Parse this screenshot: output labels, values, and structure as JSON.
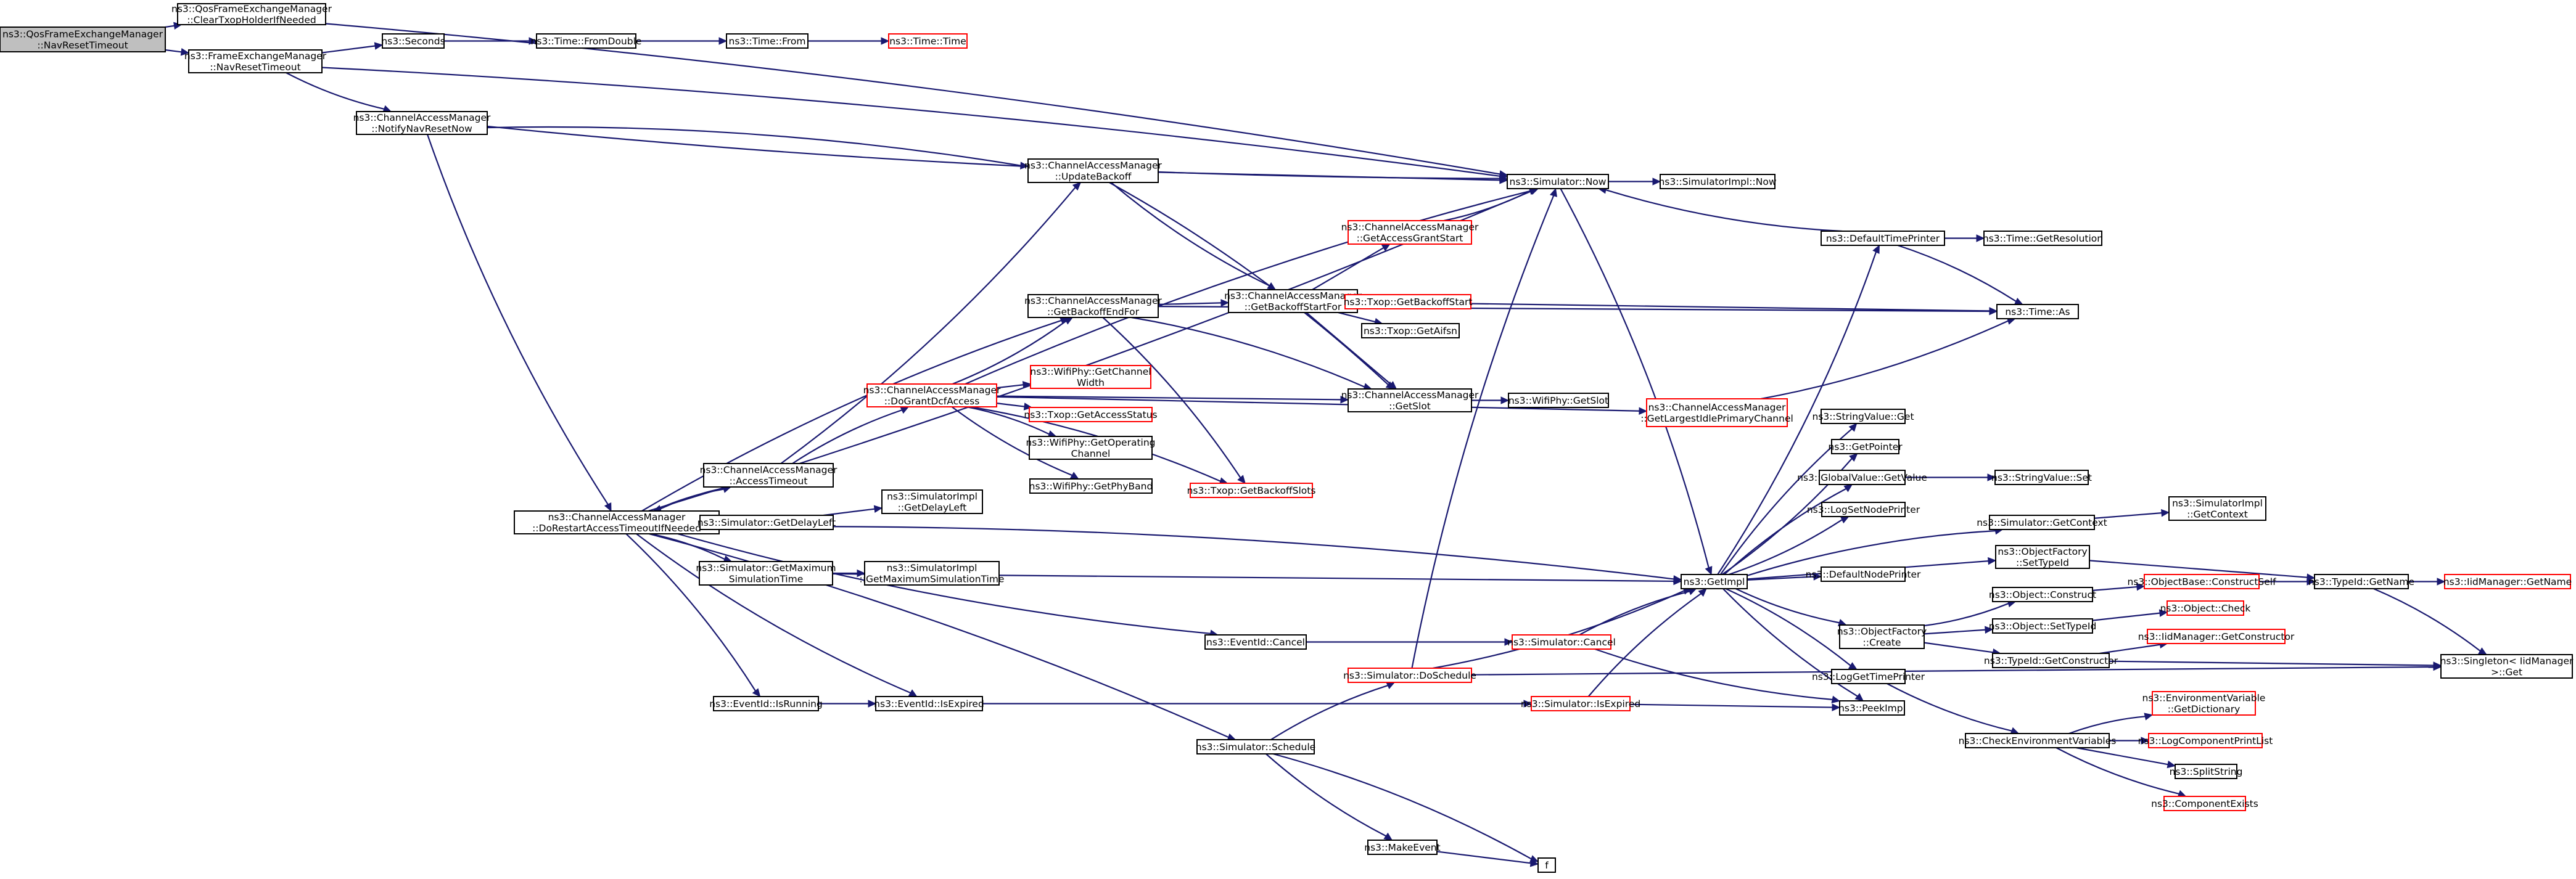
{
  "colors": {
    "edge": "#191970",
    "text": "#000000",
    "node_border_normal": "#000000",
    "node_border_truncated": "#ff0000",
    "node_fill": "#ffffff",
    "root_fill": "#bfbfbf",
    "root_border": "#000000"
  },
  "nodes": [
    {
      "id": "n0",
      "lines": [
        "ns3::QosFrameExchangeManager",
        "::NavResetTimeout"
      ],
      "style": "root"
    },
    {
      "id": "n1",
      "lines": [
        "ns3::QosFrameExchangeManager",
        "::ClearTxopHolderIfNeeded"
      ],
      "style": "normal"
    },
    {
      "id": "n2",
      "lines": [
        "ns3::FrameExchangeManager",
        "::NavResetTimeout"
      ],
      "style": "normal"
    },
    {
      "id": "n3",
      "lines": [
        "ns3::Simulator::Now"
      ],
      "style": "normal"
    },
    {
      "id": "n4",
      "lines": [
        "ns3::Seconds"
      ],
      "style": "normal"
    },
    {
      "id": "n5",
      "lines": [
        "ns3::Time::FromDouble"
      ],
      "style": "normal"
    },
    {
      "id": "n6",
      "lines": [
        "ns3::Time::From"
      ],
      "style": "normal"
    },
    {
      "id": "n7",
      "lines": [
        "ns3::Time::Time"
      ],
      "style": "red"
    },
    {
      "id": "n8",
      "lines": [
        "ns3::ChannelAccessManager",
        "::NotifyNavResetNow"
      ],
      "style": "normal"
    },
    {
      "id": "n9",
      "lines": [
        "ns3::ChannelAccessManager",
        "::UpdateBackoff"
      ],
      "style": "normal"
    },
    {
      "id": "n10",
      "lines": [
        "ns3::SimulatorImpl::Now"
      ],
      "style": "normal"
    },
    {
      "id": "n11",
      "lines": [
        "ns3::ChannelAccessManager",
        "::GetAccessGrantStart"
      ],
      "style": "red"
    },
    {
      "id": "n12",
      "lines": [
        "ns3::DefaultTimePrinter"
      ],
      "style": "normal"
    },
    {
      "id": "n13",
      "lines": [
        "ns3::Time::GetResolution"
      ],
      "style": "normal"
    },
    {
      "id": "n14",
      "lines": [
        "ns3::ChannelAccessManager",
        "::GetBackoffEndFor"
      ],
      "style": "normal"
    },
    {
      "id": "n15",
      "lines": [
        "ns3::ChannelAccessManager",
        "::GetBackoffStartFor"
      ],
      "style": "normal"
    },
    {
      "id": "n16",
      "lines": [
        "ns3::Txop::GetBackoffStart"
      ],
      "style": "red"
    },
    {
      "id": "n17",
      "lines": [
        "ns3::Time::As"
      ],
      "style": "normal"
    },
    {
      "id": "n18",
      "lines": [
        "ns3::Txop::GetAifsn"
      ],
      "style": "normal"
    },
    {
      "id": "n19",
      "lines": [
        "ns3::WifiPhy::GetChannel",
        "Width"
      ],
      "style": "red"
    },
    {
      "id": "n20",
      "lines": [
        "ns3::ChannelAccessManager",
        "::GetSlot"
      ],
      "style": "normal"
    },
    {
      "id": "n21",
      "lines": [
        "ns3::WifiPhy::GetSlot"
      ],
      "style": "normal"
    },
    {
      "id": "n22",
      "lines": [
        "ns3::ChannelAccessManager",
        "::GetLargestIdlePrimaryChannel"
      ],
      "style": "red"
    },
    {
      "id": "n23",
      "lines": [
        "ns3::Txop::GetAccessStatus"
      ],
      "style": "red"
    },
    {
      "id": "n24",
      "lines": [
        "ns3::StringValue::Get"
      ],
      "style": "normal"
    },
    {
      "id": "n25",
      "lines": [
        "ns3::ChannelAccessManager",
        "::DoGrantDcfAccess"
      ],
      "style": "red"
    },
    {
      "id": "n26",
      "lines": [
        "ns3::WifiPhy::GetOperating",
        "Channel"
      ],
      "style": "normal"
    },
    {
      "id": "n27",
      "lines": [
        "ns3::GetPointer"
      ],
      "style": "normal"
    },
    {
      "id": "n28",
      "lines": [
        "ns3::ChannelAccessManager",
        "::AccessTimeout"
      ],
      "style": "normal"
    },
    {
      "id": "n29",
      "lines": [
        "ns3::GlobalValue::GetValue"
      ],
      "style": "normal"
    },
    {
      "id": "n30",
      "lines": [
        "ns3::StringValue::Set"
      ],
      "style": "normal"
    },
    {
      "id": "n31",
      "lines": [
        "ns3::WifiPhy::GetPhyBand"
      ],
      "style": "normal"
    },
    {
      "id": "n32",
      "lines": [
        "ns3::Txop::GetBackoffSlots"
      ],
      "style": "red"
    },
    {
      "id": "n33",
      "lines": [
        "ns3::SimulatorImpl",
        "::GetDelayLeft"
      ],
      "style": "normal"
    },
    {
      "id": "n34",
      "lines": [
        "ns3::LogSetNodePrinter"
      ],
      "style": "normal"
    },
    {
      "id": "n35",
      "lines": [
        "ns3::SimulatorImpl",
        "::GetContext"
      ],
      "style": "normal"
    },
    {
      "id": "n36",
      "lines": [
        "ns3::ChannelAccessManager",
        "::DoRestartAccessTimeoutIfNeeded"
      ],
      "style": "normal"
    },
    {
      "id": "n37",
      "lines": [
        "ns3::Simulator::GetDelayLeft"
      ],
      "style": "normal"
    },
    {
      "id": "n38",
      "lines": [
        "ns3::Simulator::GetContext"
      ],
      "style": "normal"
    },
    {
      "id": "n39",
      "lines": [
        "ns3::ObjectFactory",
        "::SetTypeId"
      ],
      "style": "normal"
    },
    {
      "id": "n40",
      "lines": [
        "ns3::Simulator::GetMaximum",
        "SimulationTime"
      ],
      "style": "normal"
    },
    {
      "id": "n41",
      "lines": [
        "ns3::SimulatorImpl",
        "::GetMaximumSimulationTime"
      ],
      "style": "normal"
    },
    {
      "id": "n42",
      "lines": [
        "ns3::GetImpl"
      ],
      "style": "normal"
    },
    {
      "id": "n43",
      "lines": [
        "ns3::DefaultNodePrinter"
      ],
      "style": "normal"
    },
    {
      "id": "n44",
      "lines": [
        "ns3::TypeId::GetName"
      ],
      "style": "normal"
    },
    {
      "id": "n45",
      "lines": [
        "ns3::IidManager::GetName"
      ],
      "style": "red"
    },
    {
      "id": "n46",
      "lines": [
        "ns3::Object::Construct"
      ],
      "style": "normal"
    },
    {
      "id": "n47",
      "lines": [
        "ns3::ObjectBase::ConstructSelf"
      ],
      "style": "red"
    },
    {
      "id": "n48",
      "lines": [
        "ns3::Object::Check"
      ],
      "style": "red"
    },
    {
      "id": "n49",
      "lines": [
        "ns3::ObjectFactory",
        "::Create"
      ],
      "style": "normal"
    },
    {
      "id": "n50",
      "lines": [
        "ns3::Object::SetTypeId"
      ],
      "style": "normal"
    },
    {
      "id": "n51",
      "lines": [
        "ns3::EventId::Cancel"
      ],
      "style": "normal"
    },
    {
      "id": "n52",
      "lines": [
        "ns3::Simulator::Cancel"
      ],
      "style": "red"
    },
    {
      "id": "n53",
      "lines": [
        "ns3::IidManager::GetConstructor"
      ],
      "style": "red"
    },
    {
      "id": "n54",
      "lines": [
        "ns3::TypeId::GetConstructor"
      ],
      "style": "normal"
    },
    {
      "id": "n55",
      "lines": [
        "ns3::Singleton< IidManager",
        ">::Get"
      ],
      "style": "normal"
    },
    {
      "id": "n56",
      "lines": [
        "ns3::Simulator::DoSchedule"
      ],
      "style": "red"
    },
    {
      "id": "n57",
      "lines": [
        "ns3::LogGetTimePrinter"
      ],
      "style": "normal"
    },
    {
      "id": "n58",
      "lines": [
        "ns3::EventId::IsRunning"
      ],
      "style": "normal"
    },
    {
      "id": "n59",
      "lines": [
        "ns3::EventId::IsExpired"
      ],
      "style": "normal"
    },
    {
      "id": "n60",
      "lines": [
        "ns3::Simulator::IsExpired"
      ],
      "style": "red"
    },
    {
      "id": "n61",
      "lines": [
        "ns3::PeekImpl"
      ],
      "style": "normal"
    },
    {
      "id": "n62",
      "lines": [
        "ns3::EnvironmentVariable",
        "::GetDictionary"
      ],
      "style": "red"
    },
    {
      "id": "n63",
      "lines": [
        "ns3::Simulator::Schedule"
      ],
      "style": "normal"
    },
    {
      "id": "n64",
      "lines": [
        "ns3::CheckEnvironmentVariables"
      ],
      "style": "normal"
    },
    {
      "id": "n65",
      "lines": [
        "ns3::LogComponentPrintList"
      ],
      "style": "red"
    },
    {
      "id": "n66",
      "lines": [
        "ns3::SplitString"
      ],
      "style": "normal"
    },
    {
      "id": "n67",
      "lines": [
        "ns3::ComponentExists"
      ],
      "style": "red"
    },
    {
      "id": "n68",
      "lines": [
        "ns3::MakeEvent"
      ],
      "style": "normal"
    },
    {
      "id": "n69",
      "lines": [
        "f"
      ],
      "style": "normal"
    }
  ],
  "edges": [
    [
      "n0",
      "n1"
    ],
    [
      "n0",
      "n2"
    ],
    [
      "n1",
      "n3"
    ],
    [
      "n2",
      "n4"
    ],
    [
      "n2",
      "n3"
    ],
    [
      "n2",
      "n8"
    ],
    [
      "n4",
      "n5"
    ],
    [
      "n5",
      "n6"
    ],
    [
      "n6",
      "n7"
    ],
    [
      "n8",
      "n3"
    ],
    [
      "n8",
      "n9"
    ],
    [
      "n8",
      "n36"
    ],
    [
      "n9",
      "n3"
    ],
    [
      "n9",
      "n15"
    ],
    [
      "n9",
      "n20"
    ],
    [
      "n3",
      "n10"
    ],
    [
      "n3",
      "n42"
    ],
    [
      "n11",
      "n3"
    ],
    [
      "n12",
      "n3"
    ],
    [
      "n12",
      "n13"
    ],
    [
      "n12",
      "n17"
    ],
    [
      "n14",
      "n15"
    ],
    [
      "n14",
      "n20"
    ],
    [
      "n14",
      "n17"
    ],
    [
      "n14",
      "n32"
    ],
    [
      "n15",
      "n11"
    ],
    [
      "n15",
      "n16"
    ],
    [
      "n15",
      "n17"
    ],
    [
      "n15",
      "n18"
    ],
    [
      "n15",
      "n20"
    ],
    [
      "n20",
      "n21"
    ],
    [
      "n22",
      "n17"
    ],
    [
      "n25",
      "n3"
    ],
    [
      "n25",
      "n14"
    ],
    [
      "n25",
      "n19"
    ],
    [
      "n25",
      "n23"
    ],
    [
      "n25",
      "n26"
    ],
    [
      "n25",
      "n31"
    ],
    [
      "n25",
      "n32"
    ],
    [
      "n25",
      "n20"
    ],
    [
      "n25",
      "n22"
    ],
    [
      "n28",
      "n9"
    ],
    [
      "n28",
      "n25"
    ],
    [
      "n28",
      "n36"
    ],
    [
      "n29",
      "n30"
    ],
    [
      "n38",
      "n35"
    ],
    [
      "n36",
      "n14"
    ],
    [
      "n36",
      "n3"
    ],
    [
      "n36",
      "n28"
    ],
    [
      "n36",
      "n37"
    ],
    [
      "n36",
      "n40"
    ],
    [
      "n36",
      "n51"
    ],
    [
      "n36",
      "n58"
    ],
    [
      "n36",
      "n59"
    ],
    [
      "n36",
      "n63"
    ],
    [
      "n37",
      "n33"
    ],
    [
      "n37",
      "n42"
    ],
    [
      "n40",
      "n41"
    ],
    [
      "n40",
      "n42"
    ],
    [
      "n42",
      "n12"
    ],
    [
      "n42",
      "n24"
    ],
    [
      "n42",
      "n27"
    ],
    [
      "n42",
      "n29"
    ],
    [
      "n42",
      "n34"
    ],
    [
      "n42",
      "n38"
    ],
    [
      "n42",
      "n39"
    ],
    [
      "n42",
      "n43"
    ],
    [
      "n42",
      "n49"
    ],
    [
      "n42",
      "n57"
    ],
    [
      "n42",
      "n61"
    ],
    [
      "n39",
      "n44"
    ],
    [
      "n44",
      "n45"
    ],
    [
      "n44",
      "n55"
    ],
    [
      "n49",
      "n46"
    ],
    [
      "n49",
      "n50"
    ],
    [
      "n49",
      "n54"
    ],
    [
      "n46",
      "n47"
    ],
    [
      "n47",
      "n44"
    ],
    [
      "n50",
      "n48"
    ],
    [
      "n54",
      "n53"
    ],
    [
      "n54",
      "n55"
    ],
    [
      "n51",
      "n52"
    ],
    [
      "n52",
      "n42"
    ],
    [
      "n52",
      "n61"
    ],
    [
      "n56",
      "n3"
    ],
    [
      "n56",
      "n42"
    ],
    [
      "n56",
      "n55"
    ],
    [
      "n57",
      "n64"
    ],
    [
      "n58",
      "n59"
    ],
    [
      "n59",
      "n60"
    ],
    [
      "n60",
      "n42"
    ],
    [
      "n60",
      "n61"
    ],
    [
      "n63",
      "n56"
    ],
    [
      "n63",
      "n68"
    ],
    [
      "n63",
      "n69"
    ],
    [
      "n68",
      "n69"
    ],
    [
      "n64",
      "n62"
    ],
    [
      "n64",
      "n65"
    ],
    [
      "n64",
      "n66"
    ],
    [
      "n64",
      "n67"
    ]
  ]
}
